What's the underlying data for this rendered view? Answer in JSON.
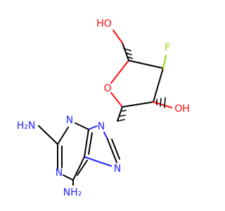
{
  "molecule": {
    "atoms": {
      "hydroxyl_top": {
        "label": "HO",
        "color": "#ff0d0d"
      },
      "fluorine": {
        "label": "F",
        "color": "#8fdf00"
      },
      "ring_oxygen": {
        "label": "O",
        "color": "#ff0d0d"
      },
      "hydroxyl_right": {
        "label": "OH",
        "color": "#ff0d0d"
      },
      "n9": {
        "label": "N",
        "color": "#2323ff"
      },
      "n_top_ring": {
        "label": "N",
        "color": "#2323ff"
      },
      "n_left_ring": {
        "label": "N",
        "color": "#2323ff"
      },
      "n_imidazole": {
        "label": "N",
        "color": "#2323ff"
      },
      "amine_left": {
        "label": "H₂N",
        "color": "#2323ff"
      },
      "amine_bottom": {
        "label": "NH₂",
        "color": "#2323ff"
      }
    }
  }
}
